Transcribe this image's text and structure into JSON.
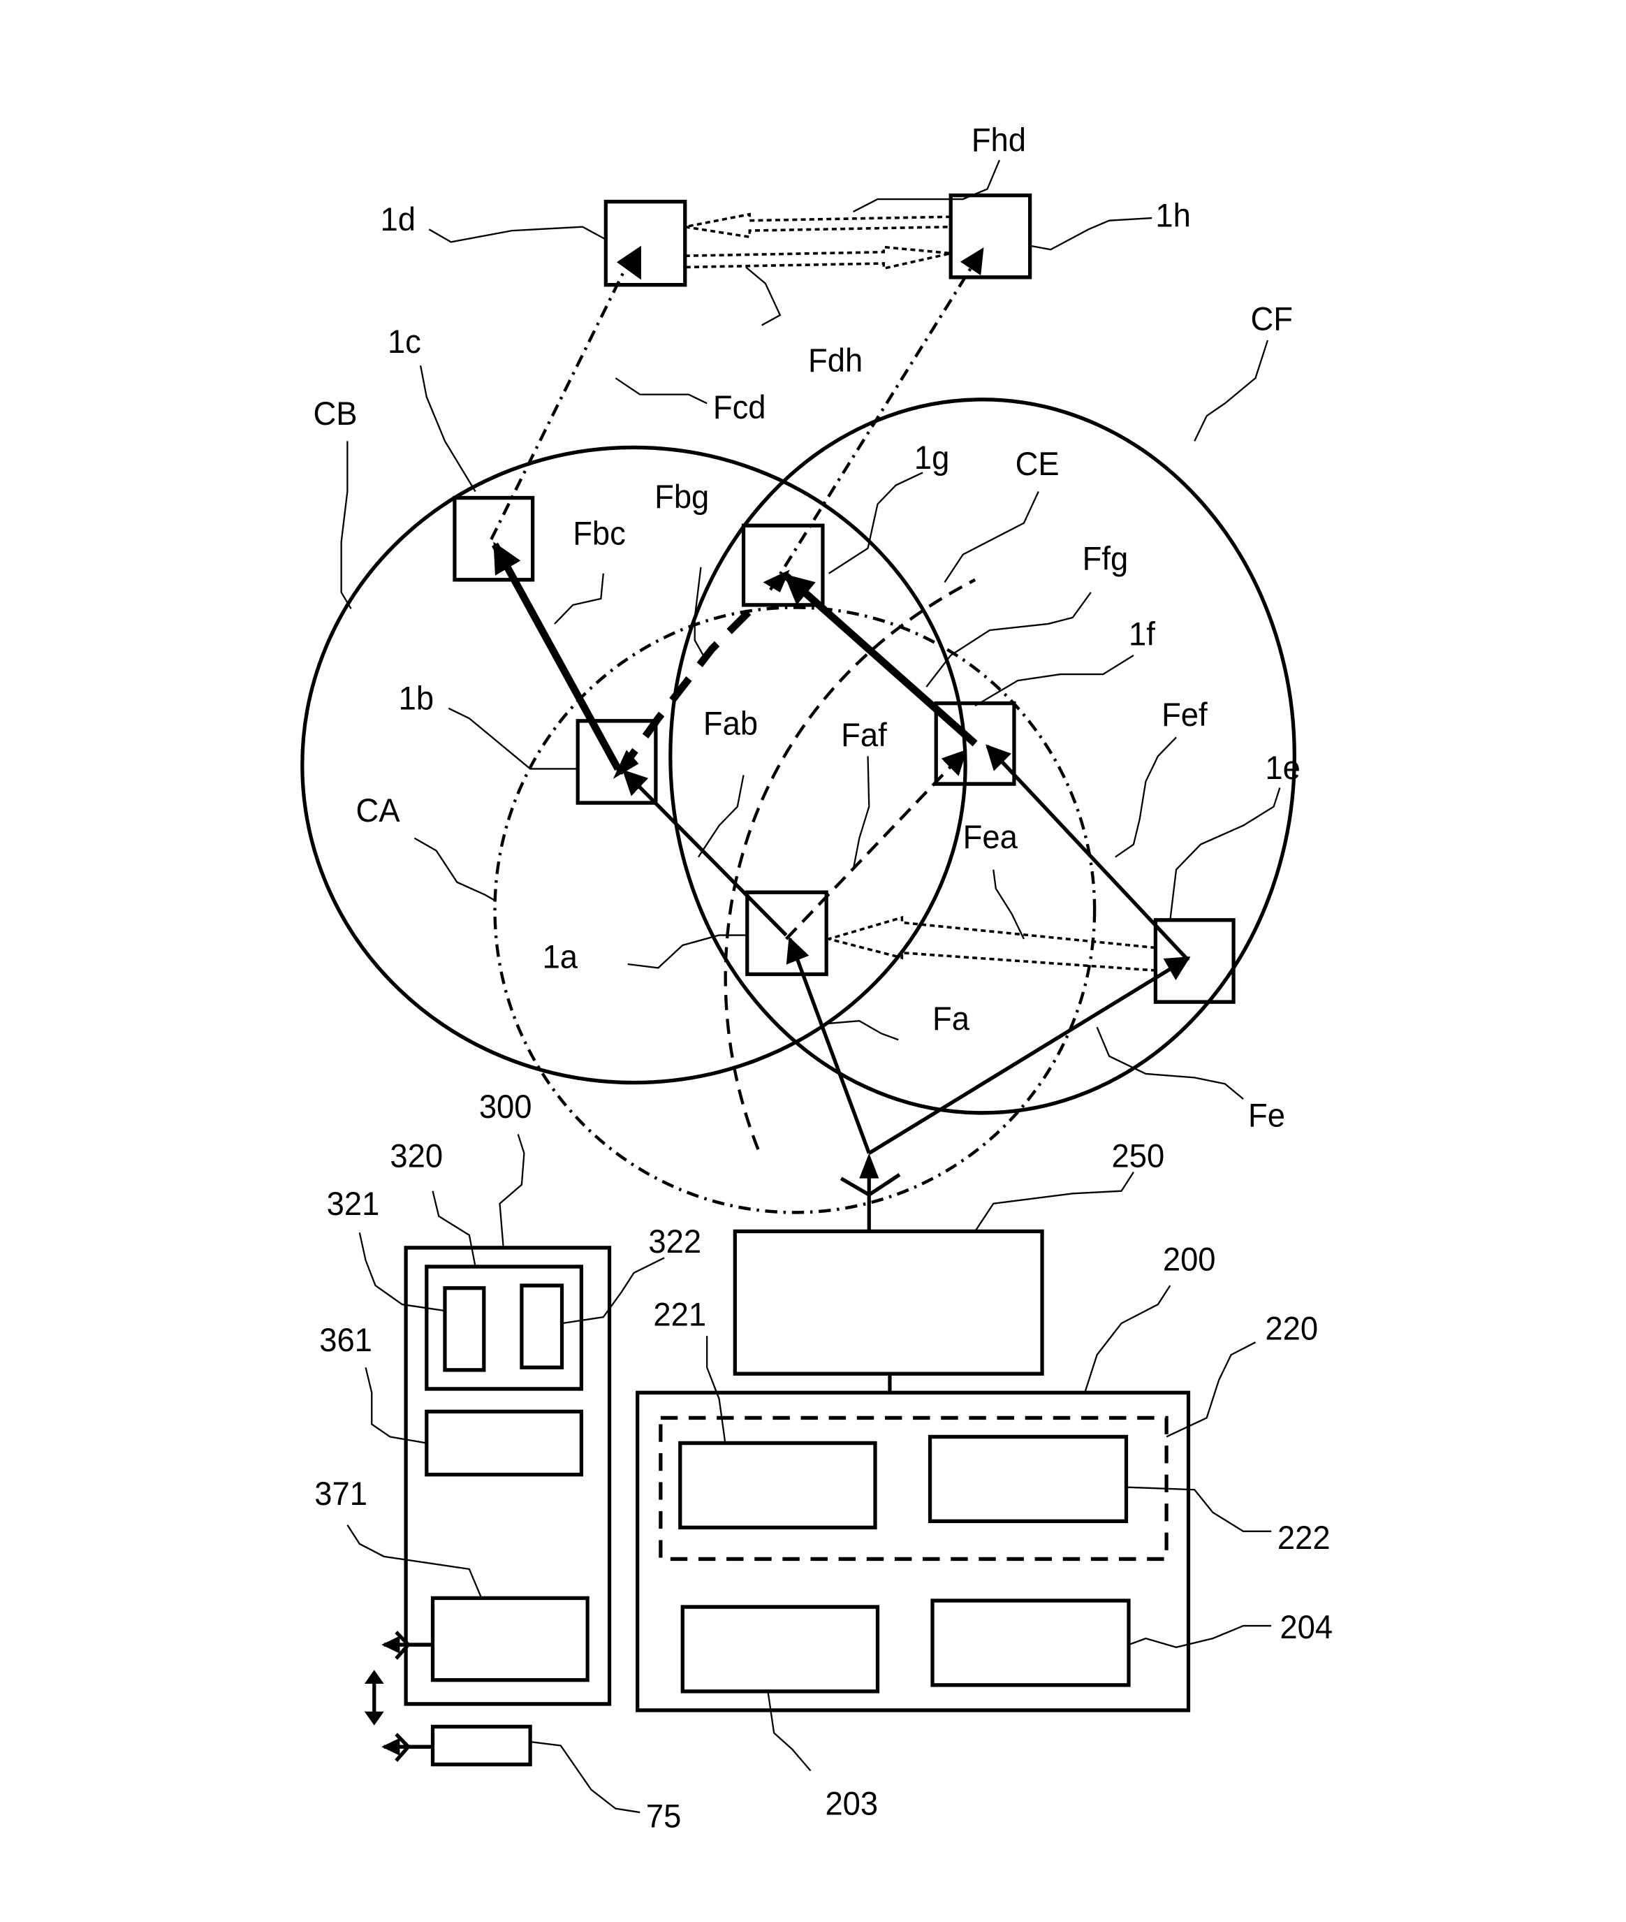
{
  "figure": {
    "nodes": [
      {
        "id": "1a",
        "label": "1a"
      },
      {
        "id": "1b",
        "label": "1b"
      },
      {
        "id": "1c",
        "label": "1c"
      },
      {
        "id": "1d",
        "label": "1d"
      },
      {
        "id": "1e",
        "label": "1e"
      },
      {
        "id": "1f",
        "label": "1f"
      },
      {
        "id": "1g",
        "label": "1g"
      },
      {
        "id": "1h",
        "label": "1h"
      }
    ],
    "coverage_zones": [
      {
        "id": "CA",
        "label": "CA",
        "style": "dash-dot"
      },
      {
        "id": "CB",
        "label": "CB",
        "style": "solid"
      },
      {
        "id": "CE",
        "label": "CE",
        "style": "dashed"
      },
      {
        "id": "CF",
        "label": "CF",
        "style": "solid"
      }
    ],
    "links": [
      {
        "id": "Fa",
        "label": "Fa",
        "from": "250",
        "to": "1a",
        "style": "solid"
      },
      {
        "id": "Fe",
        "label": "Fe",
        "from": "250",
        "to": "1e",
        "style": "solid"
      },
      {
        "id": "Fab",
        "label": "Fab",
        "from": "1a",
        "to": "1b",
        "style": "solid"
      },
      {
        "id": "Fbc",
        "label": "Fbc",
        "from": "1b",
        "to": "1c",
        "style": "bold"
      },
      {
        "id": "Fbg",
        "label": "Fbg",
        "from": "1b",
        "to": "1g",
        "style": "bold-dashed"
      },
      {
        "id": "Fcd",
        "label": "Fcd",
        "from": "1c",
        "to": "1d",
        "style": "dash-dot"
      },
      {
        "id": "Faf",
        "label": "Faf",
        "from": "1a",
        "to": "1f",
        "style": "dashed"
      },
      {
        "id": "Fef",
        "label": "Fef",
        "from": "1e",
        "to": "1f",
        "style": "solid"
      },
      {
        "id": "Ffg",
        "label": "Ffg",
        "from": "1f",
        "to": "1g",
        "style": "bold"
      },
      {
        "id": "Fea",
        "label": "Fea",
        "from": "1e",
        "to": "1a",
        "style": "dotted-double-arrow"
      },
      {
        "id": "Fdh",
        "label": "Fdh",
        "from": "1d",
        "to": "1h",
        "style": "dotted-double-arrow"
      },
      {
        "id": "Fhd",
        "label": "Fhd",
        "from": "1h",
        "to": "1d",
        "style": "dotted-double-arrow"
      },
      {
        "id": "Fgh",
        "label": "",
        "from": "1g",
        "to": "1h",
        "style": "dash-dot"
      }
    ],
    "blocks": {
      "b250": "250",
      "b200": "200",
      "b220": "220",
      "b221": "221",
      "b222": "222",
      "b203": "203",
      "b204": "204",
      "b300": "300",
      "b320": "320",
      "b321": "321",
      "b322": "322",
      "b361": "361",
      "b371": "371",
      "b75": "75"
    }
  }
}
